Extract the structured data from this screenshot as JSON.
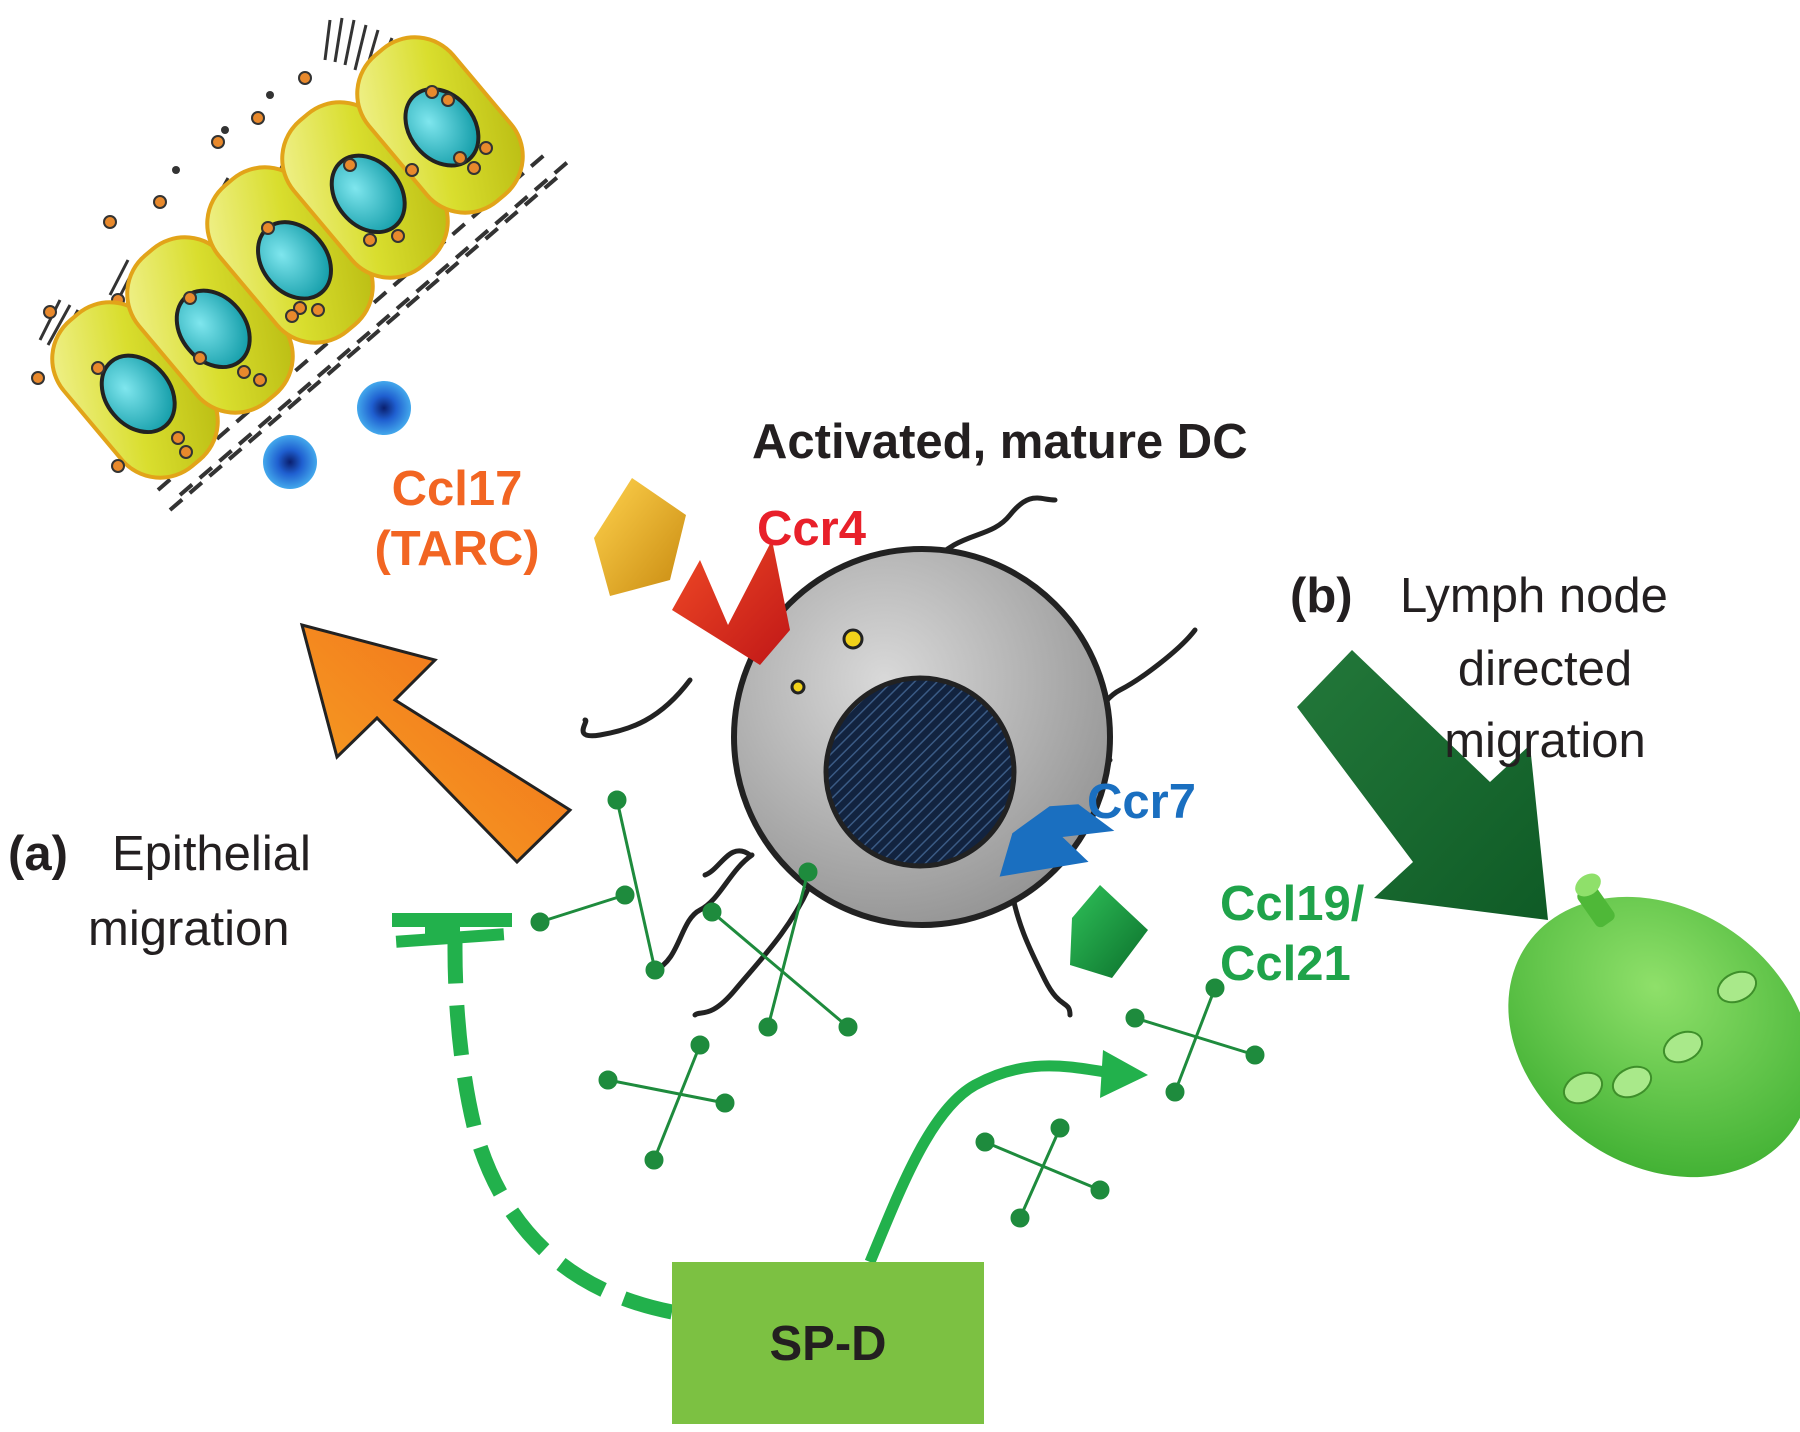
{
  "labels": {
    "title": "Activated, mature DC",
    "ccl17": "Ccl17",
    "tarc": "(TARC)",
    "ccr4": "Ccr4",
    "ccr7": "Ccr7",
    "ccl19": "Ccl19/",
    "ccl21": "Ccl21",
    "a_marker": "(a)",
    "a_line1": "Epithelial",
    "a_line2": "migration",
    "b_marker": "(b)",
    "b_line1": "Lymph node",
    "b_line2": "directed",
    "b_line3": "migration",
    "spd": "SP-D"
  },
  "colors": {
    "orange_text": "#f26522",
    "red_text": "#e8202a",
    "blue_text": "#1a6fc0",
    "green_text": "#1fa34a",
    "dark_text": "#231f20",
    "spd_box": "#7cc142",
    "green_line": "#22b14c",
    "dark_green_arrow": "#13682f",
    "cell_gray": "#b5b5b5",
    "epithelium_yellow": "#d6dc2b",
    "nucleus_teal": "#19b4c0"
  },
  "icons": [
    "epithelium-layer",
    "dendritic-cell",
    "ccr4-receptor",
    "ccr7-receptor",
    "ccl17-ligand",
    "ccl19-ligand",
    "lymph-node",
    "cross-molecule",
    "inhibition-bar",
    "activation-arrow"
  ]
}
